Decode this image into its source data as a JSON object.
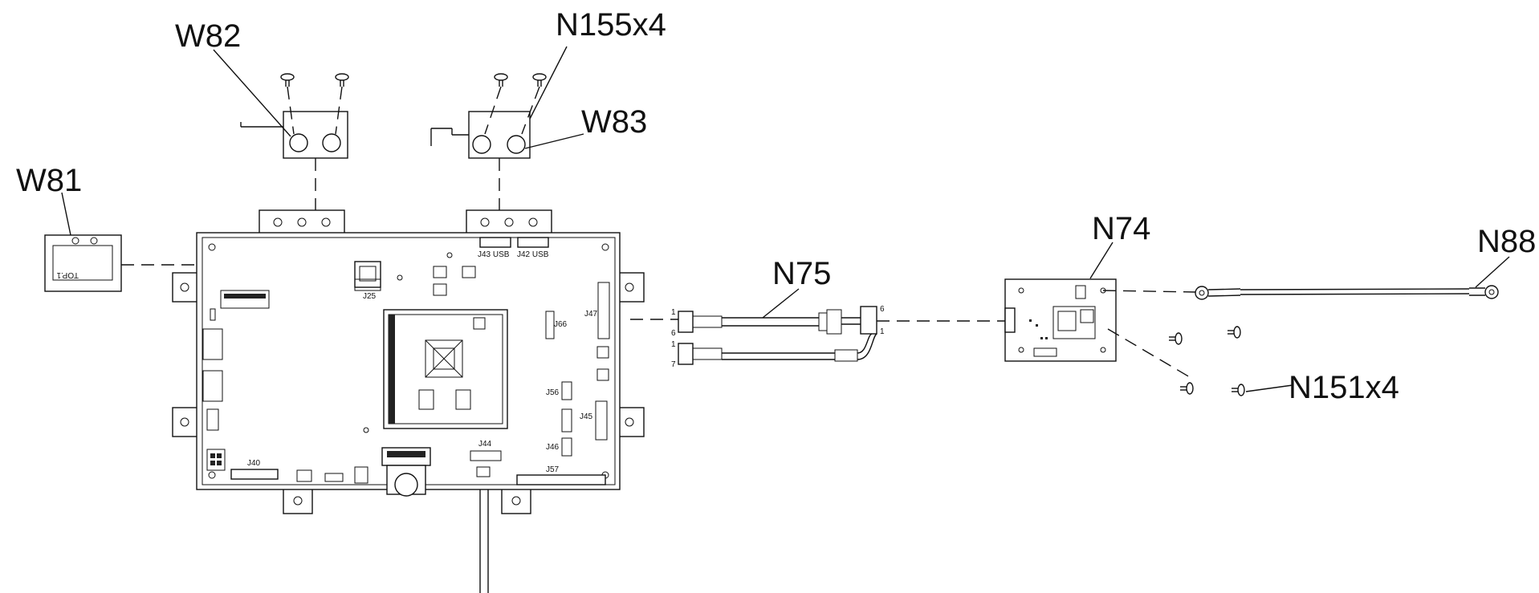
{
  "callouts": {
    "w82": "W82",
    "n155": "N155x4",
    "w83": "W83",
    "w81": "W81",
    "n75": "N75",
    "n74": "N74",
    "n88": "N88",
    "n151": "N151x4"
  },
  "connectors": {
    "j43": "J43 USB",
    "j42": "J42 USB",
    "j25": "J25",
    "j66": "J66",
    "j47": "J47",
    "j56": "J56",
    "j45": "J45",
    "j46": "J46",
    "j44": "J44",
    "j57": "J57",
    "j40": "J40",
    "top1": "TOP.1"
  },
  "pins": {
    "n75_left_top": "1",
    "n75_left_mid": "6",
    "n75_left_bot_top": "1",
    "n75_left_bot": "7",
    "n75_right_top": "6",
    "n75_right_bot": "1"
  },
  "colors": {
    "line": "#111111",
    "background": "#ffffff"
  }
}
